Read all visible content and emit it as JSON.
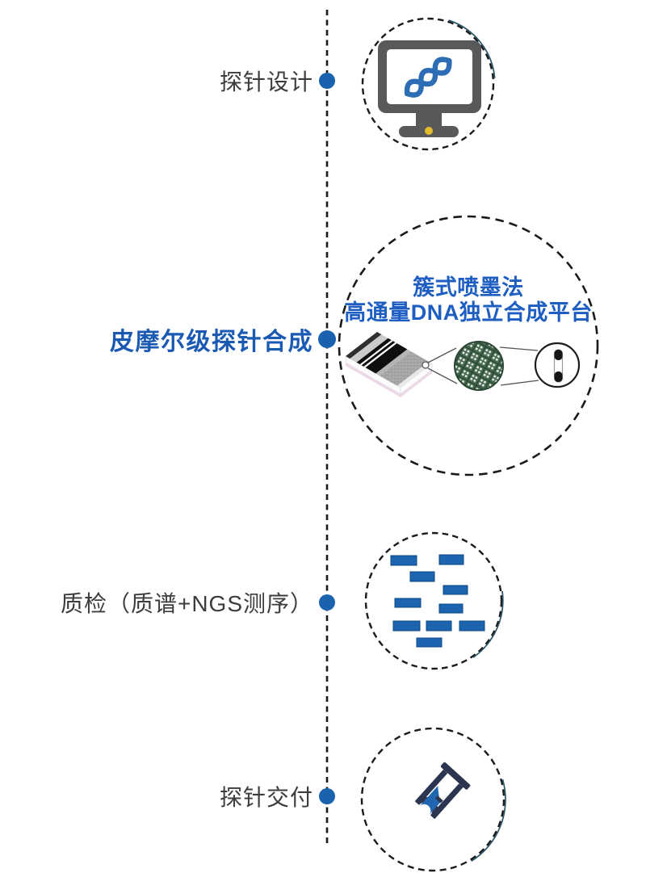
{
  "diagram": {
    "title_hint": "probe-synthesis-workflow",
    "steps": [
      {
        "id": "probe-design",
        "label": "探针设计",
        "icon": "monitor-dna-icon"
      },
      {
        "id": "probe-synthesis",
        "label": "皮摩尔级探针合成",
        "icon": "microarray-chip-icon",
        "emphasized": true,
        "annotation": {
          "line1": "簇式喷墨法",
          "line2": "高通量DNA独立合成平台"
        }
      },
      {
        "id": "quality-check",
        "label": "质检（质谱+NGS测序）",
        "icon": "dna-fragments-icon"
      },
      {
        "id": "probe-delivery",
        "label": "探针交付",
        "icon": "test-tube-icon"
      }
    ],
    "colors": {
      "page-bg": "#ffffff",
      "line-black": "#1a1a1a",
      "dot-blue": "#1b62ae",
      "label-gray": "#3c3c3c",
      "accent-blue": "#1b5ab3",
      "ann-blue": "#1e5ec2",
      "arc-teal": "#2a5564",
      "monitor-gray": "#58595b",
      "dna-blue": "#2d6db5",
      "stand-yellow": "#e3bd2c",
      "bar-blue": "#1d64b0",
      "bar-edge": "#0d4781",
      "tube-navy": "#2b3550",
      "liquid-blue": "#2166b0"
    }
  }
}
